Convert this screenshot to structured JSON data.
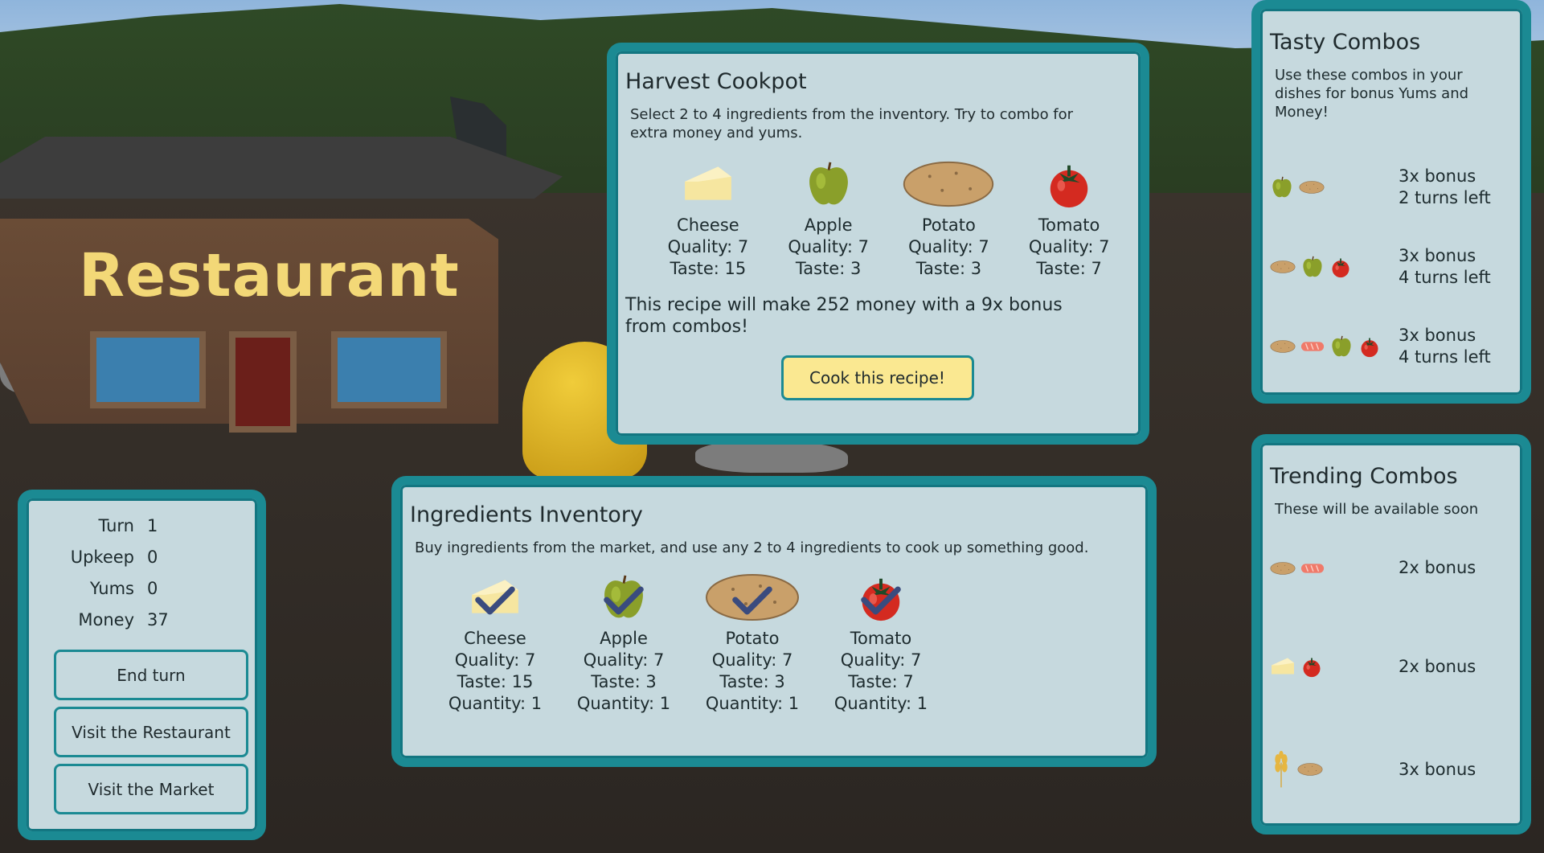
{
  "scene": {
    "sign_text": "Restaurant"
  },
  "cookpot": {
    "title": "Harvest Cookpot",
    "description": "Select 2 to 4 ingredients from the inventory. Try to combo for extra money and yums.",
    "items": [
      {
        "name": "Cheese",
        "quality": "Quality: 7",
        "taste": "Taste: 15",
        "icon": "cheese-icon"
      },
      {
        "name": "Apple",
        "quality": "Quality: 7",
        "taste": "Taste: 3",
        "icon": "apple-icon"
      },
      {
        "name": "Potato",
        "quality": "Quality: 7",
        "taste": "Taste: 3",
        "icon": "potato-icon"
      },
      {
        "name": "Tomato",
        "quality": "Quality: 7",
        "taste": "Taste: 7",
        "icon": "tomato-icon"
      }
    ],
    "recipe_message": "This recipe will make 252 money with a 9x bonus from combos!",
    "cook_button": "Cook this recipe!"
  },
  "inventory": {
    "title": "Ingredients Inventory",
    "description": "Buy ingredients from the market, and use any 2 to 4 ingredients to cook up something good.",
    "items": [
      {
        "name": "Cheese",
        "quality": "Quality: 7",
        "taste": "Taste: 15",
        "quantity": "Quantity: 1",
        "selected": true
      },
      {
        "name": "Apple",
        "quality": "Quality: 7",
        "taste": "Taste: 3",
        "quantity": "Quantity: 1",
        "selected": true
      },
      {
        "name": "Potato",
        "quality": "Quality: 7",
        "taste": "Taste: 3",
        "quantity": "Quantity: 1",
        "selected": true
      },
      {
        "name": "Tomato",
        "quality": "Quality: 7",
        "taste": "Taste: 7",
        "quantity": "Quantity: 1",
        "selected": true
      }
    ]
  },
  "stats": {
    "rows": [
      {
        "label": "Turn",
        "value": "1"
      },
      {
        "label": "Upkeep",
        "value": "0"
      },
      {
        "label": "Yums",
        "value": "0"
      },
      {
        "label": "Money",
        "value": "37"
      }
    ],
    "buttons": {
      "end_turn": "End turn",
      "visit_restaurant": "Visit the Restaurant",
      "visit_market": "Visit the Market"
    }
  },
  "tasty": {
    "title": "Tasty Combos",
    "description": "Use these combos in your dishes for bonus Yums and Money!",
    "combos": [
      {
        "icons": [
          "apple-icon",
          "potato-icon"
        ],
        "bonus": "3x bonus",
        "turns": "2 turns left"
      },
      {
        "icons": [
          "potato-icon",
          "apple-icon",
          "tomato-icon"
        ],
        "bonus": "3x bonus",
        "turns": "4 turns left"
      },
      {
        "icons": [
          "potato-icon",
          "salmon-icon",
          "apple-icon",
          "tomato-icon"
        ],
        "bonus": "3x bonus",
        "turns": "4 turns left"
      }
    ]
  },
  "trending": {
    "title": "Trending Combos",
    "description": "These will be available soon",
    "combos": [
      {
        "icons": [
          "potato-icon",
          "salmon-icon"
        ],
        "bonus": "2x bonus"
      },
      {
        "icons": [
          "cheese-icon",
          "tomato-icon"
        ],
        "bonus": "2x bonus"
      },
      {
        "icons": [
          "wheat-icon",
          "potato-icon"
        ],
        "bonus": "3x bonus"
      }
    ]
  },
  "colors": {
    "panel_bg": "#c6d9de",
    "panel_border": "#1b8a93",
    "button_accent": "#fae891"
  }
}
